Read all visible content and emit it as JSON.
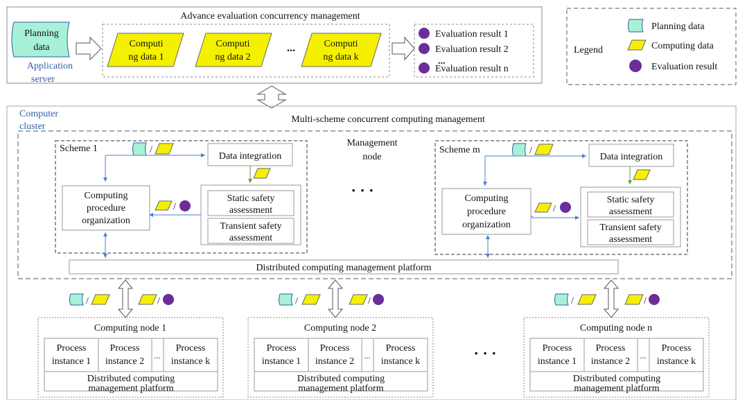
{
  "top": {
    "title": "Advance evaluation concurrency management",
    "planning_data": "Planning data",
    "application_server": "Application server",
    "computing_data": [
      "Computing data 1",
      "Computing data 2",
      "Computing data k"
    ],
    "ellipsis": "...",
    "results": [
      "Evaluation result 1",
      "Evaluation result 2",
      "...",
      "Evaluation result n"
    ]
  },
  "legend": {
    "title": "Legend",
    "items": [
      "Planning data",
      "Computing data",
      "Evaluation result"
    ]
  },
  "cluster": {
    "label": "Computer cluster",
    "title": "Multi-scheme concurrent computing management",
    "management_node": "Management node",
    "dots": "· · ·",
    "platform": "Distributed computing management platform",
    "schemes": [
      {
        "name": "Scheme 1",
        "data_integration": "Data integration",
        "procedure": "Computing procedure organization",
        "static": "Static safety assessment",
        "transient": "Transient safety assessment"
      },
      {
        "name": "Scheme m",
        "data_integration": "Data integration",
        "procedure": "Computing procedure organization",
        "static": "Static safety assessment",
        "transient": "Transient safety assessment"
      }
    ]
  },
  "nodes": [
    {
      "title": "Computing node 1",
      "instances": [
        "Process instance 1",
        "Process instance 2",
        "Process instance k"
      ],
      "ellipsis": "...",
      "platform": "Distributed computing management platform"
    },
    {
      "title": "Computing node 2",
      "instances": [
        "Process instance 1",
        "Process instance 2",
        "Process instance k"
      ],
      "ellipsis": "...",
      "platform": "Distributed computing management platform"
    },
    {
      "title": "Computing node n",
      "instances": [
        "Process instance 1",
        "Process instance 2",
        "Process instance k"
      ],
      "ellipsis": "...",
      "platform": "Distributed computing management platform"
    }
  ],
  "nodes_dots": "· · ·",
  "colors": {
    "planning": "#a8f0d8",
    "computing": "#f5f000",
    "result": "#6b2d9a",
    "arrow_blue": "#4a7fd0",
    "arrow_green": "#6a9a40"
  }
}
